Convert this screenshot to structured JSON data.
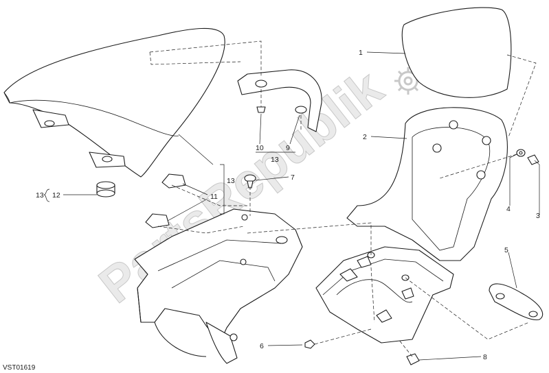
{
  "watermark": {
    "text": "PartsRepublik",
    "icon": "gear-icon"
  },
  "drawing_code": "VST01619",
  "callouts": {
    "c1": "1",
    "c2": "2",
    "c3": "3",
    "c4": "4",
    "c5": "5",
    "c6": "6",
    "c7": "7",
    "c8": "8",
    "c9": "9",
    "c10": "10",
    "c11": "11",
    "c12": "12",
    "c13a": "13",
    "c13b": "13",
    "c13c": "13"
  },
  "colors": {
    "line": "#1a1a1a",
    "watermark": "#d9d9d9",
    "background": "#ffffff"
  }
}
